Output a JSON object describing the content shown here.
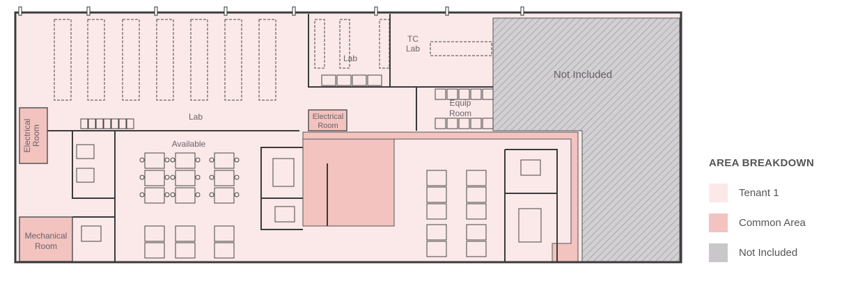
{
  "colors": {
    "tenant": "#fbe9e9",
    "common": "#f2c3bf",
    "not_included": "#c9c7ca",
    "wall": "#3a3a3a"
  },
  "rooms": {
    "lab_main": "Lab",
    "lab_small": "Lab",
    "tc_lab": [
      "TC",
      "Lab"
    ],
    "equip_room": [
      "Equip",
      "Room"
    ],
    "not_included": "Not Included",
    "available": "Available",
    "electrical_left": [
      "Electrical",
      "Room"
    ],
    "electrical_center": [
      "Electrical",
      "Room"
    ],
    "mechanical": [
      "Mechanical",
      "Room"
    ]
  },
  "legend": {
    "title": "AREA BREAKDOWN",
    "items": [
      {
        "label": "Tenant 1",
        "color": "#fbe9e9"
      },
      {
        "label": "Common Area",
        "color": "#f2c3bf"
      },
      {
        "label": "Not Included",
        "color": "#c9c7ca"
      }
    ]
  }
}
